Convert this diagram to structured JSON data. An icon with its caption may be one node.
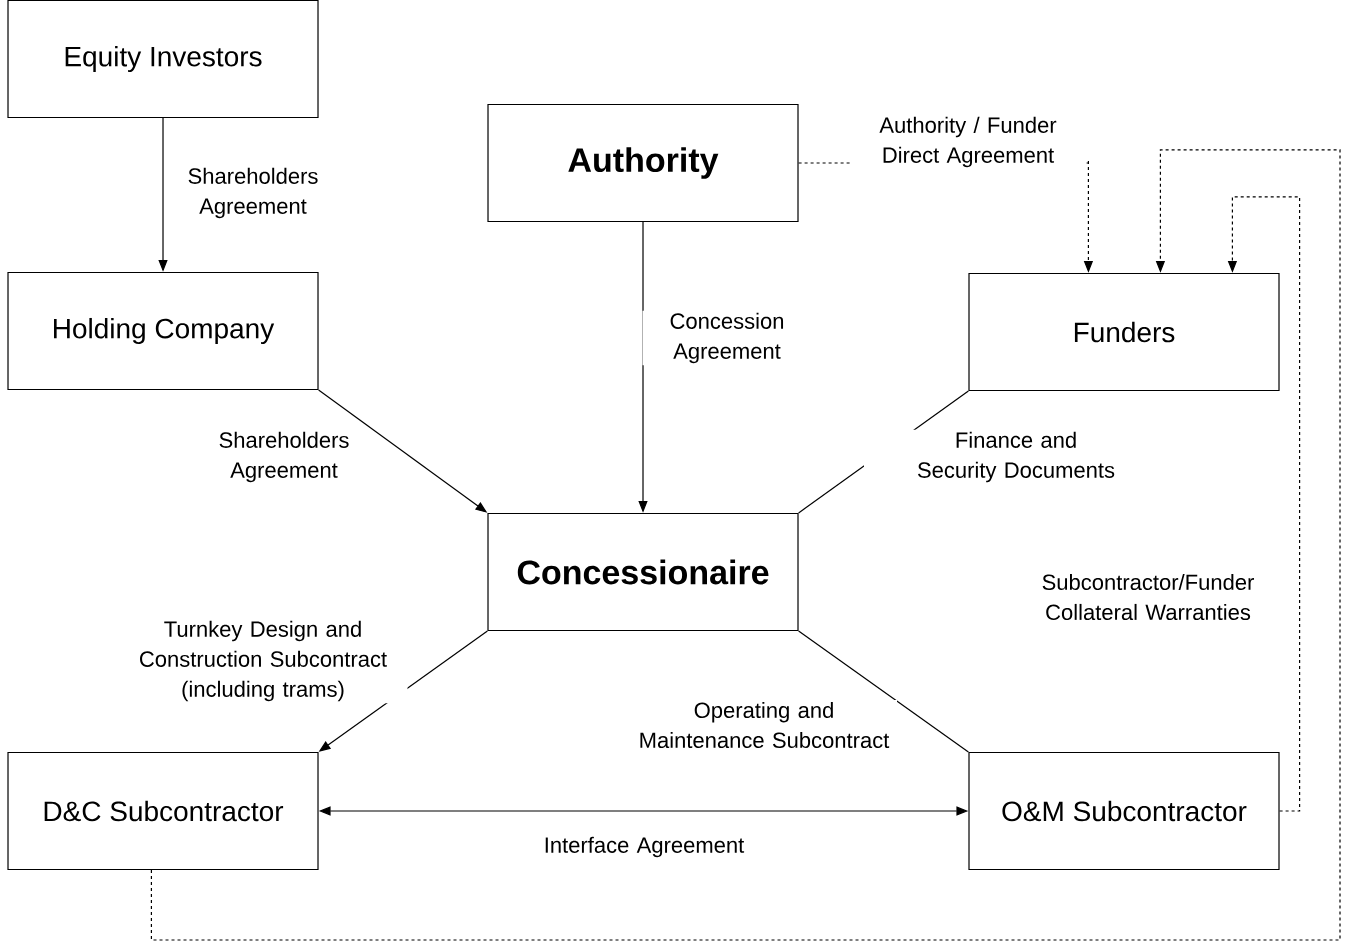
{
  "diagram": {
    "nodes": [
      {
        "text": [
          "Equity Investors"
        ]
      },
      {
        "text": [
          "Authority"
        ]
      },
      {
        "text": [
          "Holding Company"
        ]
      },
      {
        "text": [
          "Funders"
        ]
      },
      {
        "text": [
          "Concessionaire"
        ]
      },
      {
        "text": [
          "D&C Subcontractor"
        ]
      },
      {
        "text": [
          "O&M Subcontractor"
        ]
      }
    ],
    "edges": [
      {
        "from": 0,
        "to": 2,
        "arrow": "to",
        "label": "Shareholders Agreement"
      },
      {
        "from": 1,
        "to": 4,
        "arrow": "to",
        "label": "Concession Agreement"
      },
      {
        "from": 2,
        "to": 4,
        "arrow": "to",
        "label": "Shareholders Agreement"
      },
      {
        "from": 3,
        "to": 4,
        "arrow": "none",
        "label": "Finance and Security Documents"
      },
      {
        "from": 4,
        "to": 5,
        "arrow": "to",
        "label": "Turnkey Design and Construction Subcontract (including trams)"
      },
      {
        "from": 4,
        "to": 6,
        "arrow": "none",
        "label": "Operating and Maintenance Subcontract"
      },
      {
        "from": 5,
        "to": 6,
        "arrow": "both",
        "label": "Interface Agreement"
      },
      {
        "from": 1,
        "to": 3,
        "arrow": "to",
        "style": "dashed",
        "label": "Authority / Funder Direct Agreement"
      },
      {
        "from": 6,
        "to": 3,
        "arrow": "to",
        "style": "dashed"
      },
      {
        "from": 5,
        "to": 3,
        "arrow": "to",
        "style": "dashed"
      }
    ],
    "labels": [
      "Subcontractor/Funder Collateral Warranties"
    ]
  }
}
